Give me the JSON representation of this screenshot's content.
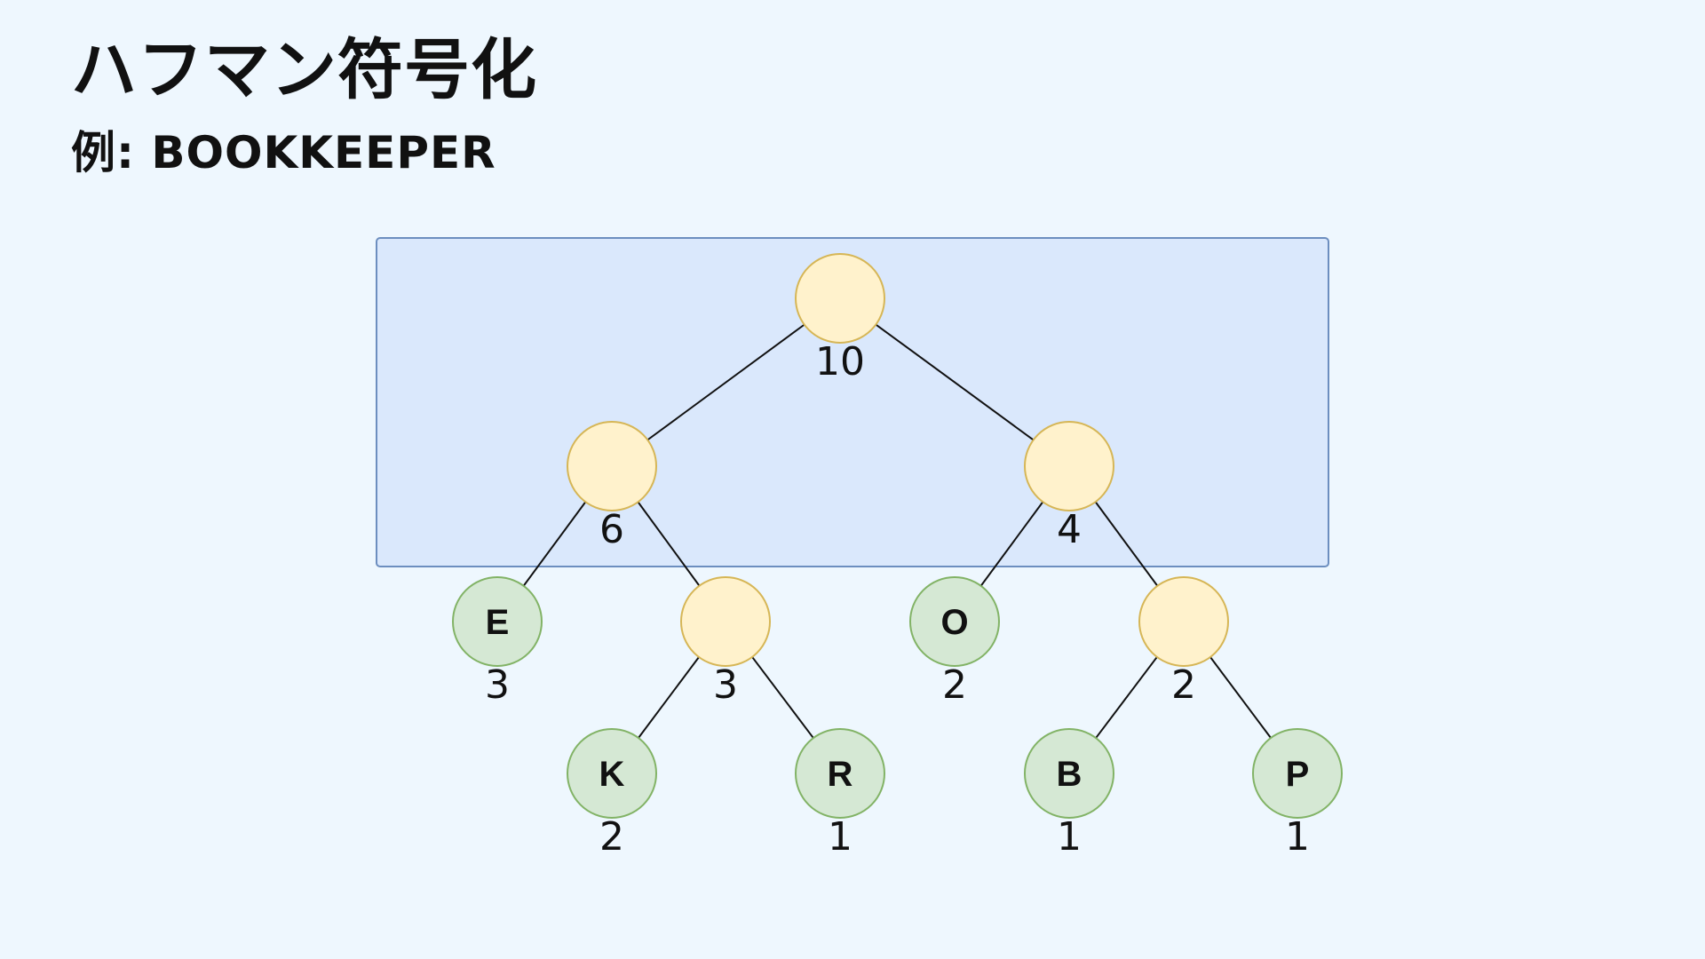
{
  "title": "ハフマン符号化",
  "subtitle": "例: BOOKKEEPER",
  "tree": {
    "nodes": [
      {
        "id": "n10",
        "letter": "",
        "weight": "10",
        "kind": "internal"
      },
      {
        "id": "n6",
        "letter": "",
        "weight": "6",
        "kind": "internal"
      },
      {
        "id": "n4",
        "letter": "",
        "weight": "4",
        "kind": "internal"
      },
      {
        "id": "nE",
        "letter": "E",
        "weight": "3",
        "kind": "leaf"
      },
      {
        "id": "n3",
        "letter": "",
        "weight": "3",
        "kind": "internal"
      },
      {
        "id": "nO",
        "letter": "O",
        "weight": "2",
        "kind": "leaf"
      },
      {
        "id": "n2",
        "letter": "",
        "weight": "2",
        "kind": "internal"
      },
      {
        "id": "nK",
        "letter": "K",
        "weight": "2",
        "kind": "leaf"
      },
      {
        "id": "nR",
        "letter": "R",
        "weight": "1",
        "kind": "leaf"
      },
      {
        "id": "nB",
        "letter": "B",
        "weight": "1",
        "kind": "leaf"
      },
      {
        "id": "nP",
        "letter": "P",
        "weight": "1",
        "kind": "leaf"
      }
    ],
    "edges": [
      [
        "n10",
        "n6"
      ],
      [
        "n10",
        "n4"
      ],
      [
        "n6",
        "nE"
      ],
      [
        "n6",
        "n3"
      ],
      [
        "n4",
        "nO"
      ],
      [
        "n4",
        "n2"
      ],
      [
        "n3",
        "nK"
      ],
      [
        "n3",
        "nR"
      ],
      [
        "n2",
        "nB"
      ],
      [
        "n2",
        "nP"
      ]
    ]
  },
  "colors": {
    "background": "#eef7fe",
    "highlight_fill": "#dae8fc",
    "highlight_stroke": "#6c8ebf",
    "internal_fill": "#fff2cc",
    "internal_stroke": "#d6b656",
    "leaf_fill": "#d5e8d4",
    "leaf_stroke": "#82b366"
  }
}
